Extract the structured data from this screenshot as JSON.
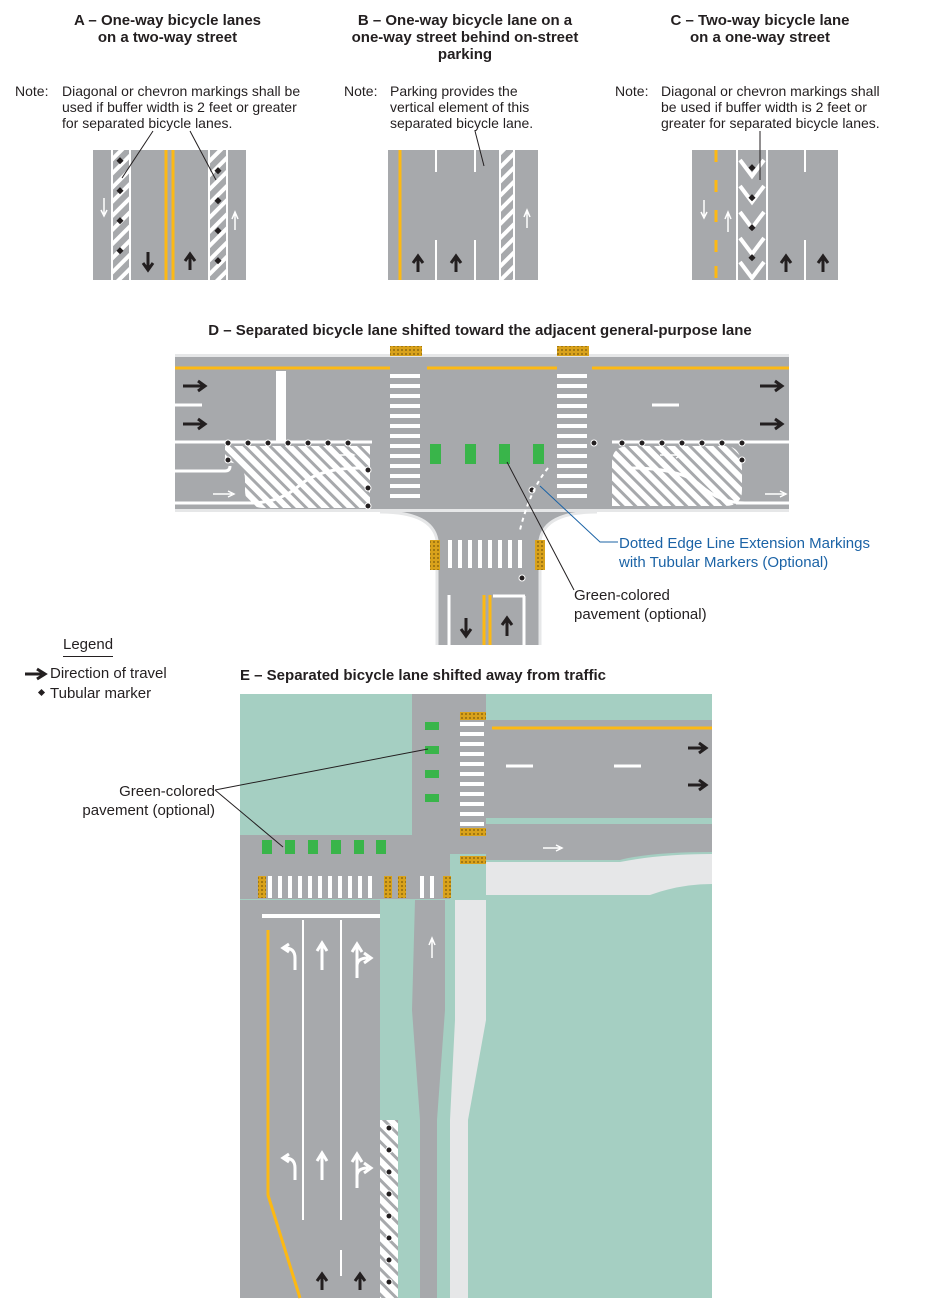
{
  "panels": {
    "a": {
      "title_line1": "A – One-way bicycle lanes",
      "title_line2": "on a two-way street",
      "note_label": "Note:",
      "note_line1": "Diagonal or chevron markings shall be",
      "note_line2": "used if buffer width is 2 feet or greater",
      "note_line3": "for separated bicycle lanes."
    },
    "b": {
      "title_line1": "B – One-way bicycle lane on a",
      "title_line2": "one-way street behind on-street",
      "title_line3": "parking",
      "note_label": "Note:",
      "note_line1": "Parking provides the",
      "note_line2": "vertical element of this",
      "note_line3": "separated bicycle lane."
    },
    "c": {
      "title_line1": "C – Two-way bicycle lane",
      "title_line2": "on a one-way street",
      "note_label": "Note:",
      "note_line1": "Diagonal or chevron markings shall",
      "note_line2": "be used if buffer width is 2 feet or",
      "note_line3": "greater for separated bicycle lanes."
    },
    "d": {
      "title": "D – Separated bicycle lane shifted toward the adjacent general-purpose lane",
      "callout_dotted_line1": "Dotted Edge Line Extension Markings",
      "callout_dotted_line2": "with Tubular Markers (Optional)",
      "callout_green_line1": "Green-colored",
      "callout_green_line2": "pavement (optional)"
    },
    "e": {
      "title": "E – Separated bicycle lane shifted away from traffic",
      "callout_green_line1": "Green-colored",
      "callout_green_line2": "pavement (optional)"
    }
  },
  "legend": {
    "title": "Legend",
    "direction_label": "Direction of travel",
    "marker_label": "Tubular marker"
  },
  "colors": {
    "pavement": "#a7a9ac",
    "curb": "#e6e7e8",
    "landscape": "#a5cfc2",
    "yellow_line": "#fdb913",
    "green_pavement": "#39b54a",
    "detectable_warning": "#d9a21b",
    "callout_blue": "#1b63a6",
    "text": "#231f20"
  }
}
